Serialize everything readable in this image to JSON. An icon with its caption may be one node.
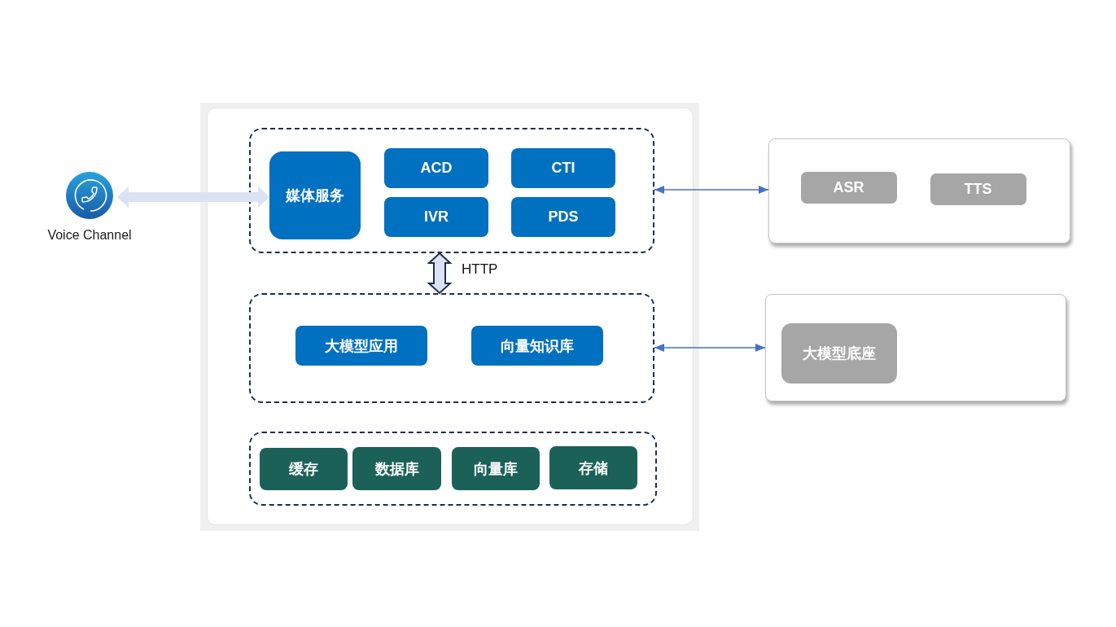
{
  "diagram": {
    "nodes": [
      {
        "text": [],
        "shape": "picture",
        "beside": [
          "Voice Channel"
        ]
      },
      {
        "text": [],
        "shape": "box"
      },
      {
        "text": [],
        "shape": "box",
        "in": 1
      },
      {
        "text": [
          "媒体服务"
        ],
        "in": 2
      },
      {
        "text": [
          "ACD"
        ],
        "in": 2
      },
      {
        "text": [
          "CTI"
        ],
        "in": 2
      },
      {
        "text": [
          "IVR"
        ],
        "in": 2
      },
      {
        "text": [
          "PDS"
        ],
        "in": 2
      },
      {
        "text": [],
        "shape": "box",
        "in": 1
      },
      {
        "text": [
          "大模型应用"
        ],
        "in": 8
      },
      {
        "text": [
          "向量知识库"
        ],
        "in": 8
      },
      {
        "text": [],
        "shape": "box",
        "in": 1
      },
      {
        "text": [
          "缓存"
        ],
        "in": 11
      },
      {
        "text": [
          "数据库"
        ],
        "in": 11
      },
      {
        "text": [
          "向量库"
        ],
        "in": 11
      },
      {
        "text": [
          "存储"
        ],
        "in": 11
      },
      {
        "text": [],
        "shape": "box"
      },
      {
        "text": [
          "ASR"
        ],
        "in": 16
      },
      {
        "text": [
          "TTS"
        ],
        "in": 16
      },
      {
        "text": [],
        "shape": "box"
      },
      {
        "text": [
          "大模型底座"
        ],
        "in": 19
      }
    ],
    "edges": [
      {
        "from": 0,
        "to": 3,
        "arrow": "both",
        "style": "thick",
        "color": "#dae3f3"
      },
      {
        "from": 2,
        "to": 16,
        "arrow": "both"
      },
      {
        "from": 2,
        "to": 8,
        "arrow": "both",
        "label": "HTTP",
        "style": "thick",
        "color": "#dae3f3"
      },
      {
        "from": 8,
        "to": 19,
        "arrow": "both"
      }
    ]
  }
}
